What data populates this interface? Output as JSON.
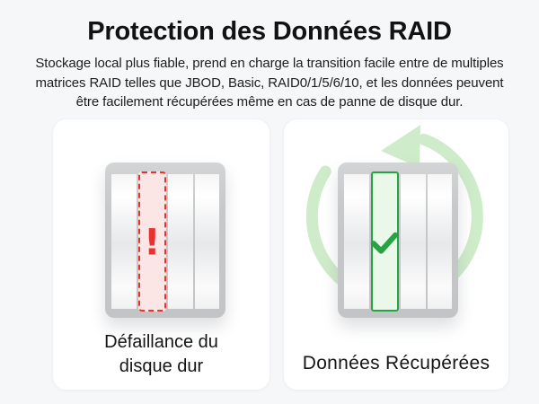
{
  "header": {
    "title": "Protection des Données RAID",
    "subtitle_lines": [
      "Stockage local plus fiable, prend en charge la transition facile entre de multiples",
      "matrices RAID telles que JBOD, Basic, RAID0/1/5/6/10, et les données peuvent",
      "être facilement récupérées même en cas de panne de disque dur."
    ]
  },
  "panels": [
    {
      "id": "hard-drive-failure",
      "state": "failure",
      "caption_lines": [
        "Défaillance du",
        "disque dur"
      ],
      "drive_bays": 4,
      "highlighted_bay_number": 2,
      "badge_glyph": "!",
      "badge_icon": "exclamation-icon"
    },
    {
      "id": "data-recovered",
      "state": "recovered",
      "caption_lines": [
        "Données Récupérées"
      ],
      "drive_bays": 4,
      "highlighted_bay_number": 2,
      "badge_icon": "check-icon",
      "decoration_icon": "rotate-ccw-arrow-icon"
    }
  ],
  "colors": {
    "page_bg": "#f6f7f9",
    "card_bg": "#ffffff",
    "title_text": "#121212",
    "body_text": "#1d1d1f",
    "caption_text": "#151516",
    "enclosure_frame": "#c7c8ca",
    "failure_red": "#e7322f",
    "failure_fill": "#fce5e5",
    "success_green": "#27a344",
    "success_fill": "#e9f8e8",
    "cycle_arrow_green": "#cfecca"
  }
}
